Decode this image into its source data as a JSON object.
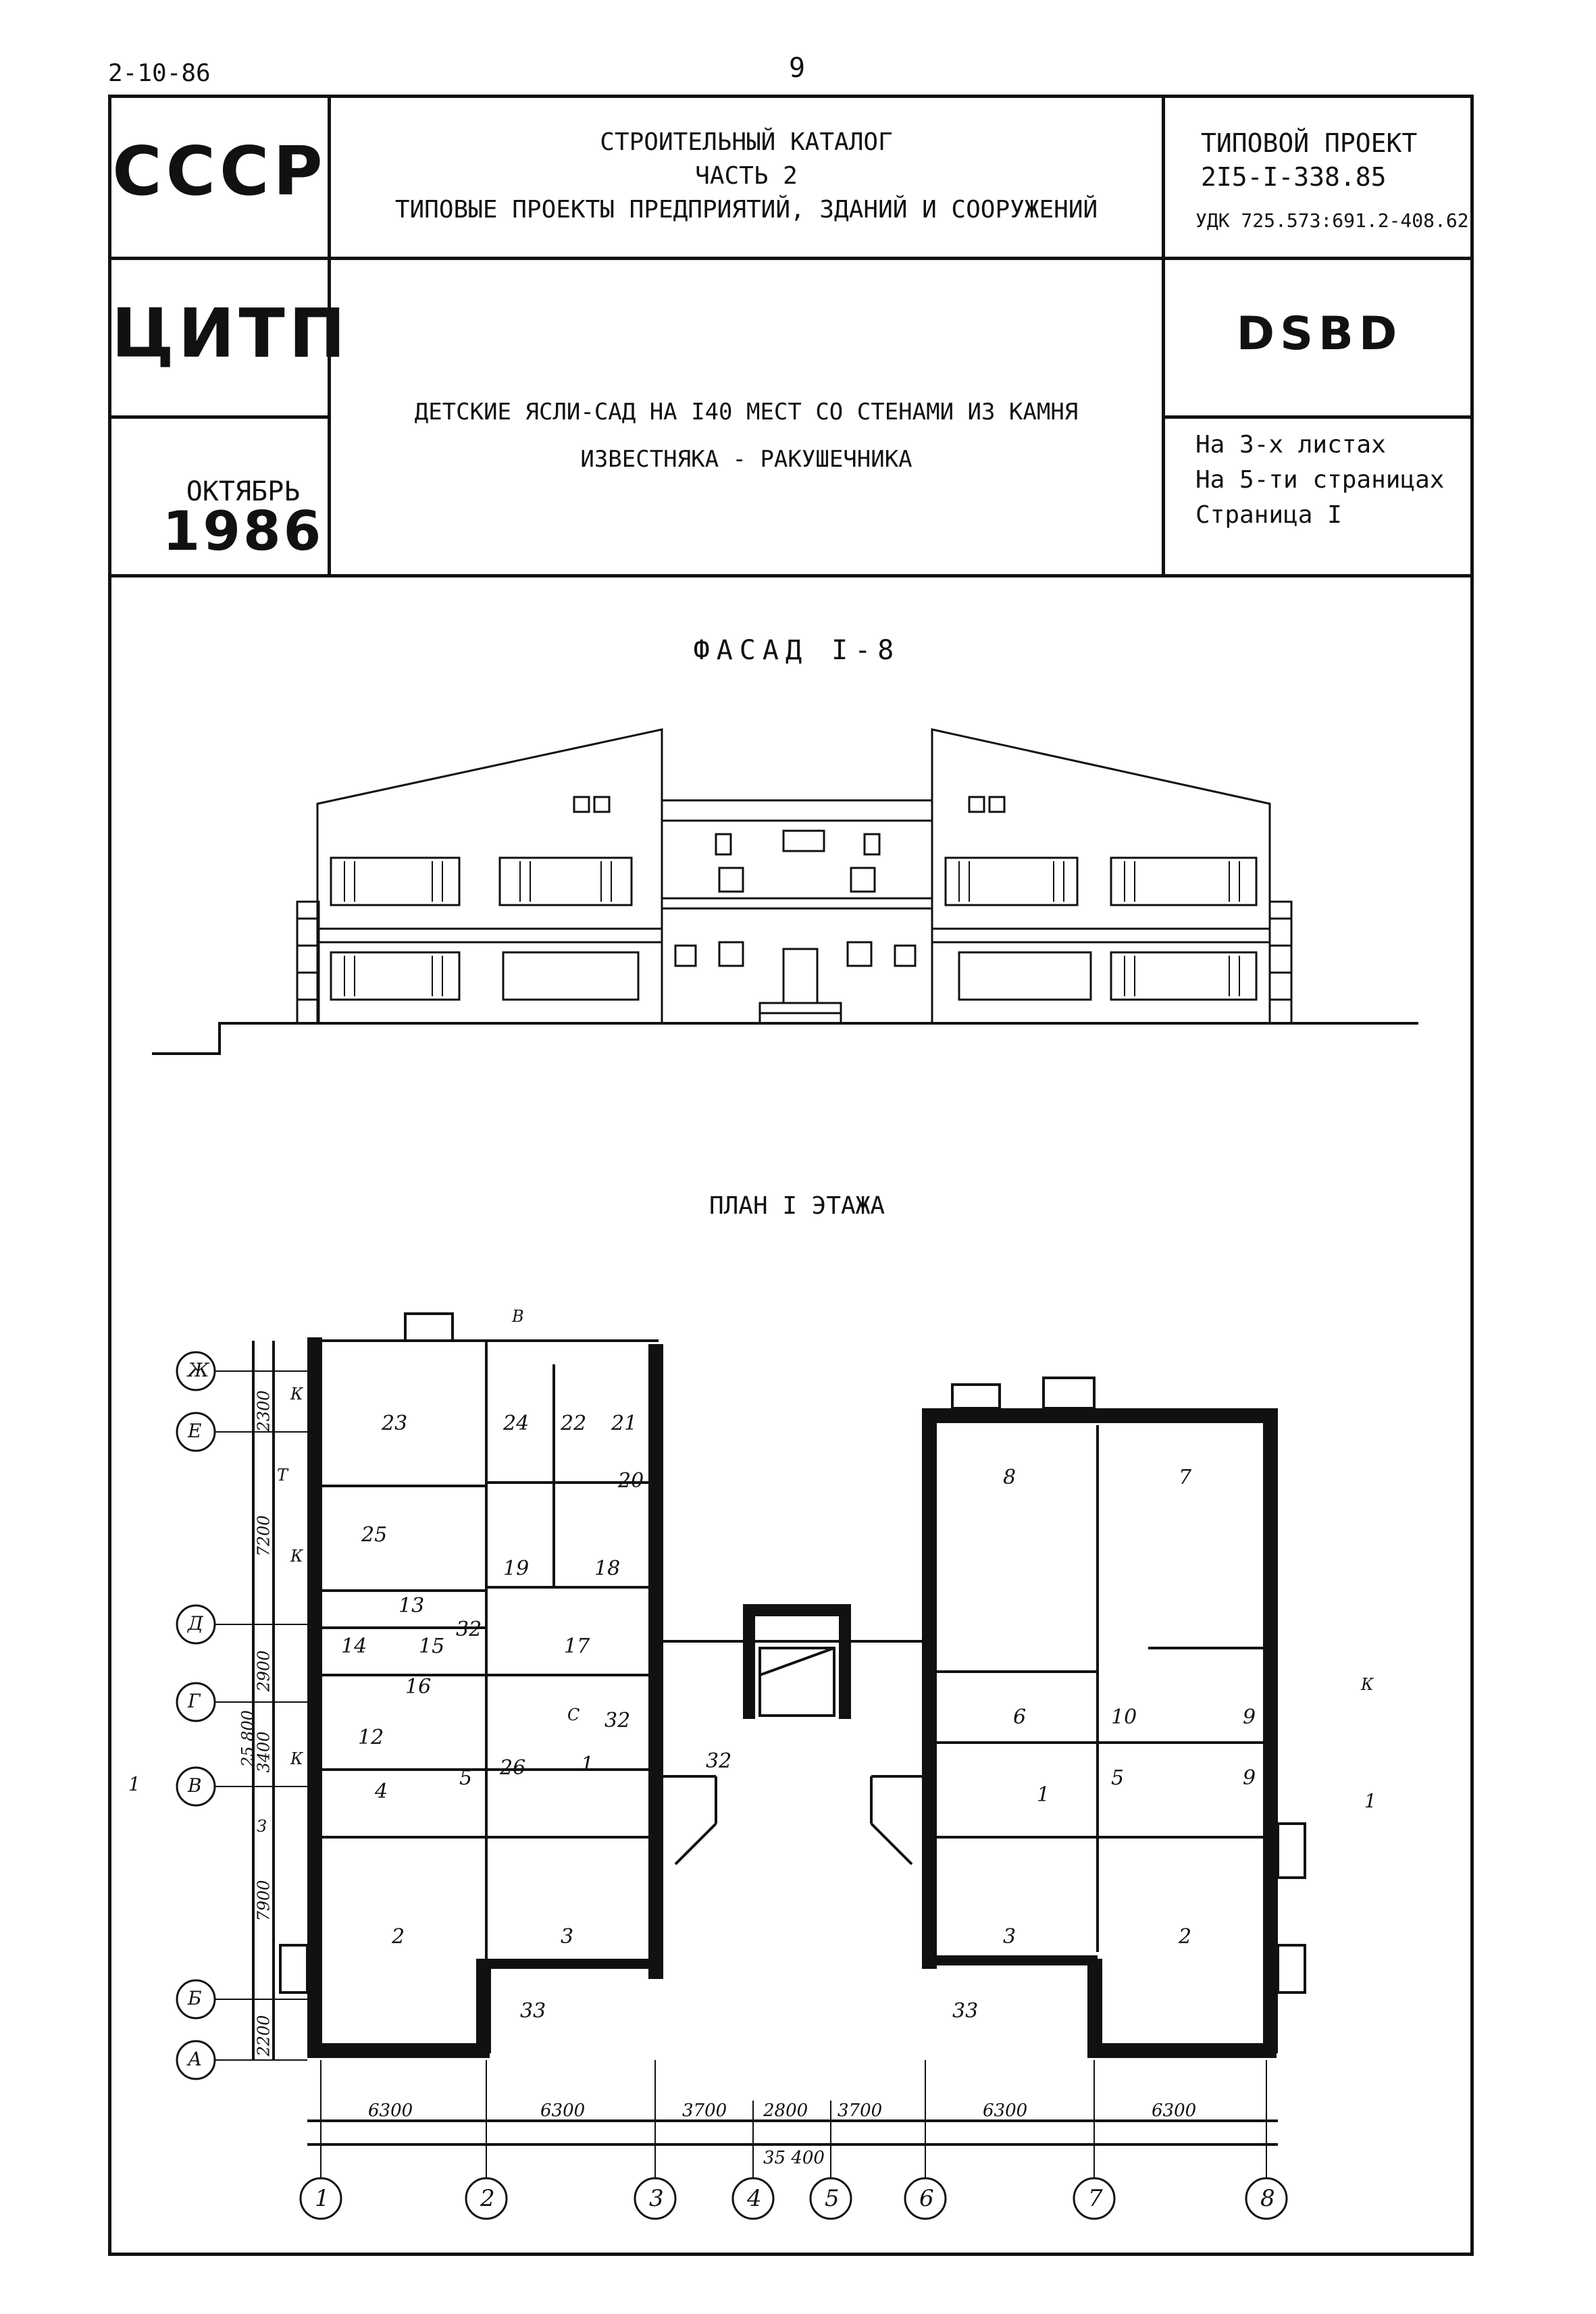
{
  "header": {
    "top_left_code": "2-10-86",
    "page_number": "9"
  },
  "left_block": {
    "org_ussr": "СССР",
    "org_citp": "ЦИТП",
    "month": "ОКТЯБРЬ",
    "year": "1986"
  },
  "catalog": {
    "line1": "СТРОИТЕЛЬНЫЙ КАТАЛОГ",
    "line2": "ЧАСТЬ 2",
    "line3": "ТИПОВЫЕ ПРОЕКТЫ ПРЕДПРИЯТИЙ, ЗДАНИЙ И СООРУЖЕНИЙ"
  },
  "project": {
    "label": "ТИПОВОЙ ПРОЕКТ",
    "number": "2I5-I-338.85",
    "udk": "УДК 725.573:691.2-408.62",
    "code": "DSBD"
  },
  "title": {
    "line1": "ДЕТСКИЕ ЯСЛИ-САД НА I40 МЕСТ СО СТЕНАМИ ИЗ КАМНЯ",
    "line2": "ИЗВЕСТНЯКА - РАКУШЕЧНИКА"
  },
  "sheet_info": {
    "sheets": "На 3-х листах",
    "pages": "На 5-ти страницах",
    "page": "Страница I"
  },
  "drawings": {
    "facade_title": "ФАСАД I-8",
    "plan_title": "ПЛАН I ЭТАЖА"
  },
  "plan": {
    "row_axes": [
      "Ж",
      "Е",
      "Д",
      "Г",
      "В",
      "Б",
      "А"
    ],
    "col_axes": [
      "1",
      "2",
      "3",
      "4",
      "5",
      "6",
      "7",
      "8"
    ],
    "row_dims": [
      "2300",
      "7200",
      "2900",
      "3400",
      "7900",
      "2200"
    ],
    "row_total": "25 800",
    "col_dims": [
      "6300",
      "6300",
      "3700",
      "2800",
      "3700",
      "6300",
      "6300"
    ],
    "col_total": "35 400",
    "section_mark": "1",
    "entrance_marks": [
      "В",
      "К",
      "Т",
      "К",
      "К",
      "З",
      "К",
      "С"
    ],
    "room_numbers": [
      "23",
      "24",
      "22",
      "21",
      "20",
      "25",
      "19",
      "18",
      "13",
      "32",
      "14",
      "15",
      "16",
      "17",
      "12",
      "4",
      "5",
      "26",
      "1",
      "32",
      "32",
      "2",
      "3",
      "33",
      "8",
      "7",
      "6",
      "10",
      "9",
      "9",
      "1",
      "5",
      "3",
      "2",
      "33"
    ]
  }
}
